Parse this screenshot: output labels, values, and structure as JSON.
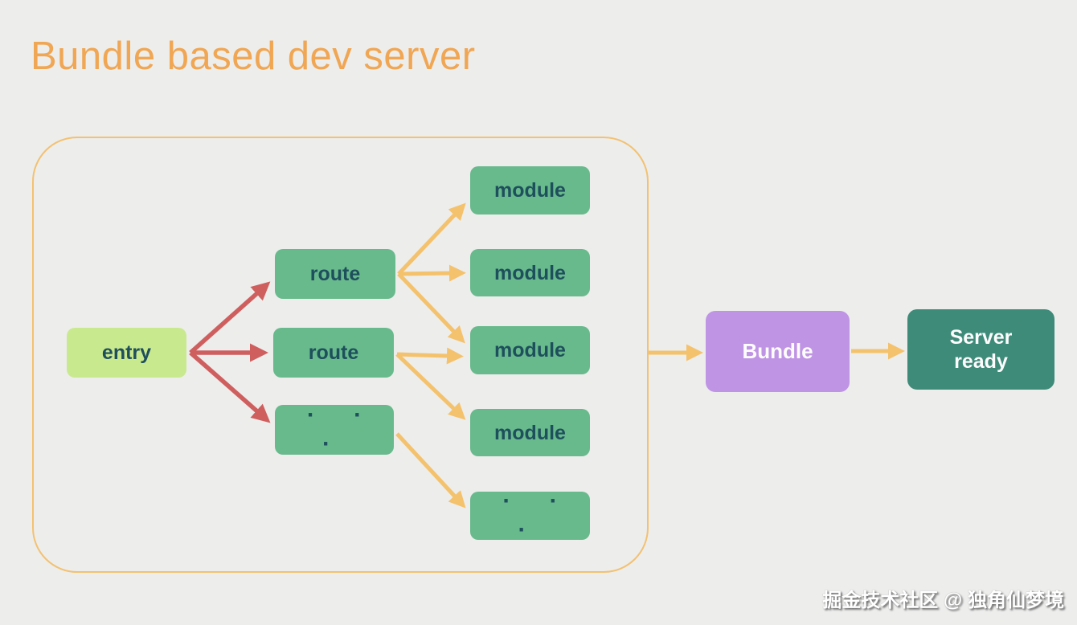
{
  "title": "Bundle based dev server",
  "watermark": "掘金技术社区 @ 独角仙梦境",
  "diagram": {
    "entry": {
      "label": "entry"
    },
    "routes": [
      {
        "label": "route"
      },
      {
        "label": "route"
      },
      {
        "label": "· · ·"
      }
    ],
    "modules": [
      {
        "label": "module"
      },
      {
        "label": "module"
      },
      {
        "label": "module"
      },
      {
        "label": "module"
      },
      {
        "label": "· · ·"
      }
    ],
    "bundle": {
      "label": "Bundle"
    },
    "server": {
      "label": "Server ready"
    },
    "edges": [
      {
        "from": "entry",
        "to": "route-1",
        "color_role": "entry-to-route"
      },
      {
        "from": "entry",
        "to": "route-2",
        "color_role": "entry-to-route"
      },
      {
        "from": "entry",
        "to": "route-more",
        "color_role": "entry-to-route"
      },
      {
        "from": "route-1",
        "to": "module-1",
        "color_role": "route-to-module"
      },
      {
        "from": "route-1",
        "to": "module-2",
        "color_role": "route-to-module"
      },
      {
        "from": "route-1",
        "to": "module-3",
        "color_role": "route-to-module"
      },
      {
        "from": "route-2",
        "to": "module-3",
        "color_role": "route-to-module"
      },
      {
        "from": "route-2",
        "to": "module-4",
        "color_role": "route-to-module"
      },
      {
        "from": "route-more",
        "to": "module-more",
        "color_role": "route-to-module"
      },
      {
        "from": "group-box",
        "to": "bundle",
        "color_role": "route-to-module"
      },
      {
        "from": "bundle",
        "to": "server",
        "color_role": "route-to-module"
      }
    ]
  },
  "colors": {
    "background": "#ededec",
    "title_text": "#f0a653",
    "group_border": "#f3c170",
    "entry_fill": "#c9e98e",
    "node_green_fill": "#68ba8c",
    "node_text_dark": "#1e4f5c",
    "bundle_fill": "#bf94e4",
    "server_fill": "#3e8b7a",
    "node_text_light": "#fdfdfd",
    "arrow_red": "#cf5f5f",
    "arrow_yellow": "#f4c26d",
    "watermark_text": "#ffffff"
  }
}
